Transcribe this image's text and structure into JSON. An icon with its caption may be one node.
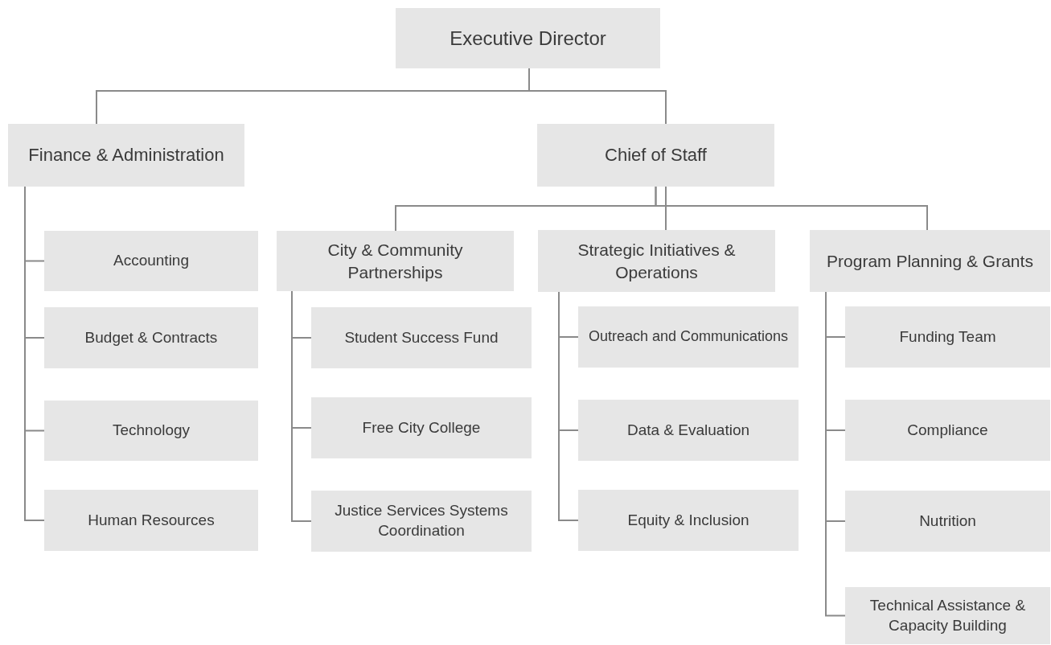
{
  "diagram": {
    "nodes": [
      {
        "text": [
          "Executive Director"
        ]
      },
      {
        "text": [
          "Finance & Administration"
        ]
      },
      {
        "text": [
          "Chief of Staff"
        ]
      },
      {
        "text": [
          "Accounting"
        ]
      },
      {
        "text": [
          "Budget & Contracts"
        ]
      },
      {
        "text": [
          "Technology"
        ]
      },
      {
        "text": [
          "Human Resources"
        ]
      },
      {
        "text": [
          "City & Community Partnerships"
        ]
      },
      {
        "text": [
          "Strategic Initiatives & Operations"
        ]
      },
      {
        "text": [
          "Program Planning & Grants"
        ]
      },
      {
        "text": [
          "Student Success Fund"
        ]
      },
      {
        "text": [
          "Free City College"
        ]
      },
      {
        "text": [
          "Justice Services Systems Coordination"
        ]
      },
      {
        "text": [
          "Outreach and Communications"
        ]
      },
      {
        "text": [
          "Data & Evaluation"
        ]
      },
      {
        "text": [
          "Equity & Inclusion"
        ]
      },
      {
        "text": [
          "Funding Team"
        ]
      },
      {
        "text": [
          "Compliance"
        ]
      },
      {
        "text": [
          "Nutrition"
        ]
      },
      {
        "text": [
          "Technical Assistance & Capacity Building"
        ]
      }
    ],
    "edges": [
      {
        "from": 0,
        "to": 1,
        "arrow": "none"
      },
      {
        "from": 0,
        "to": 2,
        "arrow": "none"
      },
      {
        "from": 1,
        "to": 3,
        "arrow": "none"
      },
      {
        "from": 1,
        "to": 4,
        "arrow": "none"
      },
      {
        "from": 1,
        "to": 5,
        "arrow": "none"
      },
      {
        "from": 1,
        "to": 6,
        "arrow": "none"
      },
      {
        "from": 2,
        "to": 7,
        "arrow": "none"
      },
      {
        "from": 2,
        "to": 8,
        "arrow": "none"
      },
      {
        "from": 2,
        "to": 9,
        "arrow": "none"
      },
      {
        "from": 7,
        "to": 10,
        "arrow": "none"
      },
      {
        "from": 7,
        "to": 11,
        "arrow": "none"
      },
      {
        "from": 7,
        "to": 12,
        "arrow": "none"
      },
      {
        "from": 8,
        "to": 13,
        "arrow": "none"
      },
      {
        "from": 8,
        "to": 14,
        "arrow": "none"
      },
      {
        "from": 8,
        "to": 15,
        "arrow": "none"
      },
      {
        "from": 9,
        "to": 16,
        "arrow": "none"
      },
      {
        "from": 9,
        "to": 17,
        "arrow": "none"
      },
      {
        "from": 9,
        "to": 18,
        "arrow": "none"
      },
      {
        "from": 9,
        "to": 19,
        "arrow": "none"
      }
    ]
  }
}
